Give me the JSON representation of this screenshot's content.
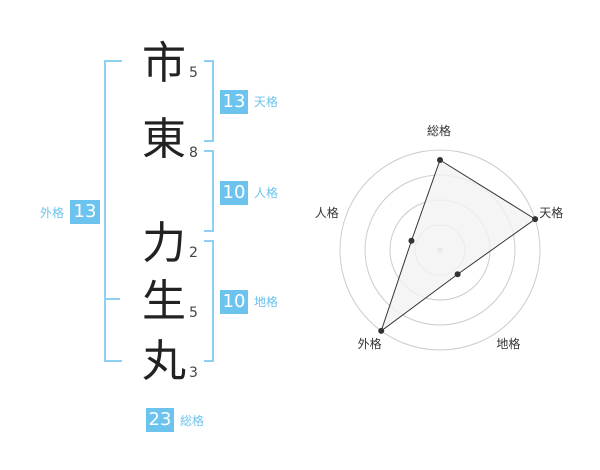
{
  "name_chars": [
    {
      "char": "市",
      "strokes": "5"
    },
    {
      "char": "東",
      "strokes": "8"
    },
    {
      "char": "力",
      "strokes": "2"
    },
    {
      "char": "生",
      "strokes": "5"
    },
    {
      "char": "丸",
      "strokes": "3"
    }
  ],
  "fortune": {
    "tenkaku": {
      "label": "天格",
      "value": "13"
    },
    "jinkaku": {
      "label": "人格",
      "value": "10"
    },
    "chikaku": {
      "label": "地格",
      "value": "10"
    },
    "gaikaku": {
      "label": "外格",
      "value": "13"
    },
    "soukaku": {
      "label": "総格",
      "value": "23"
    }
  },
  "colors": {
    "accent": "#6cc3ee",
    "bracket": "#8fd0f2",
    "radar_fill": "#f2f2f2",
    "grid": "#cccccc"
  },
  "chart_data": {
    "type": "radar",
    "axes": [
      "総格",
      "天格",
      "地格",
      "外格",
      "人格"
    ],
    "values": [
      0.9,
      1.0,
      0.3,
      1.0,
      0.3
    ],
    "range": [
      0,
      1
    ],
    "rings": 4,
    "grid": true
  }
}
